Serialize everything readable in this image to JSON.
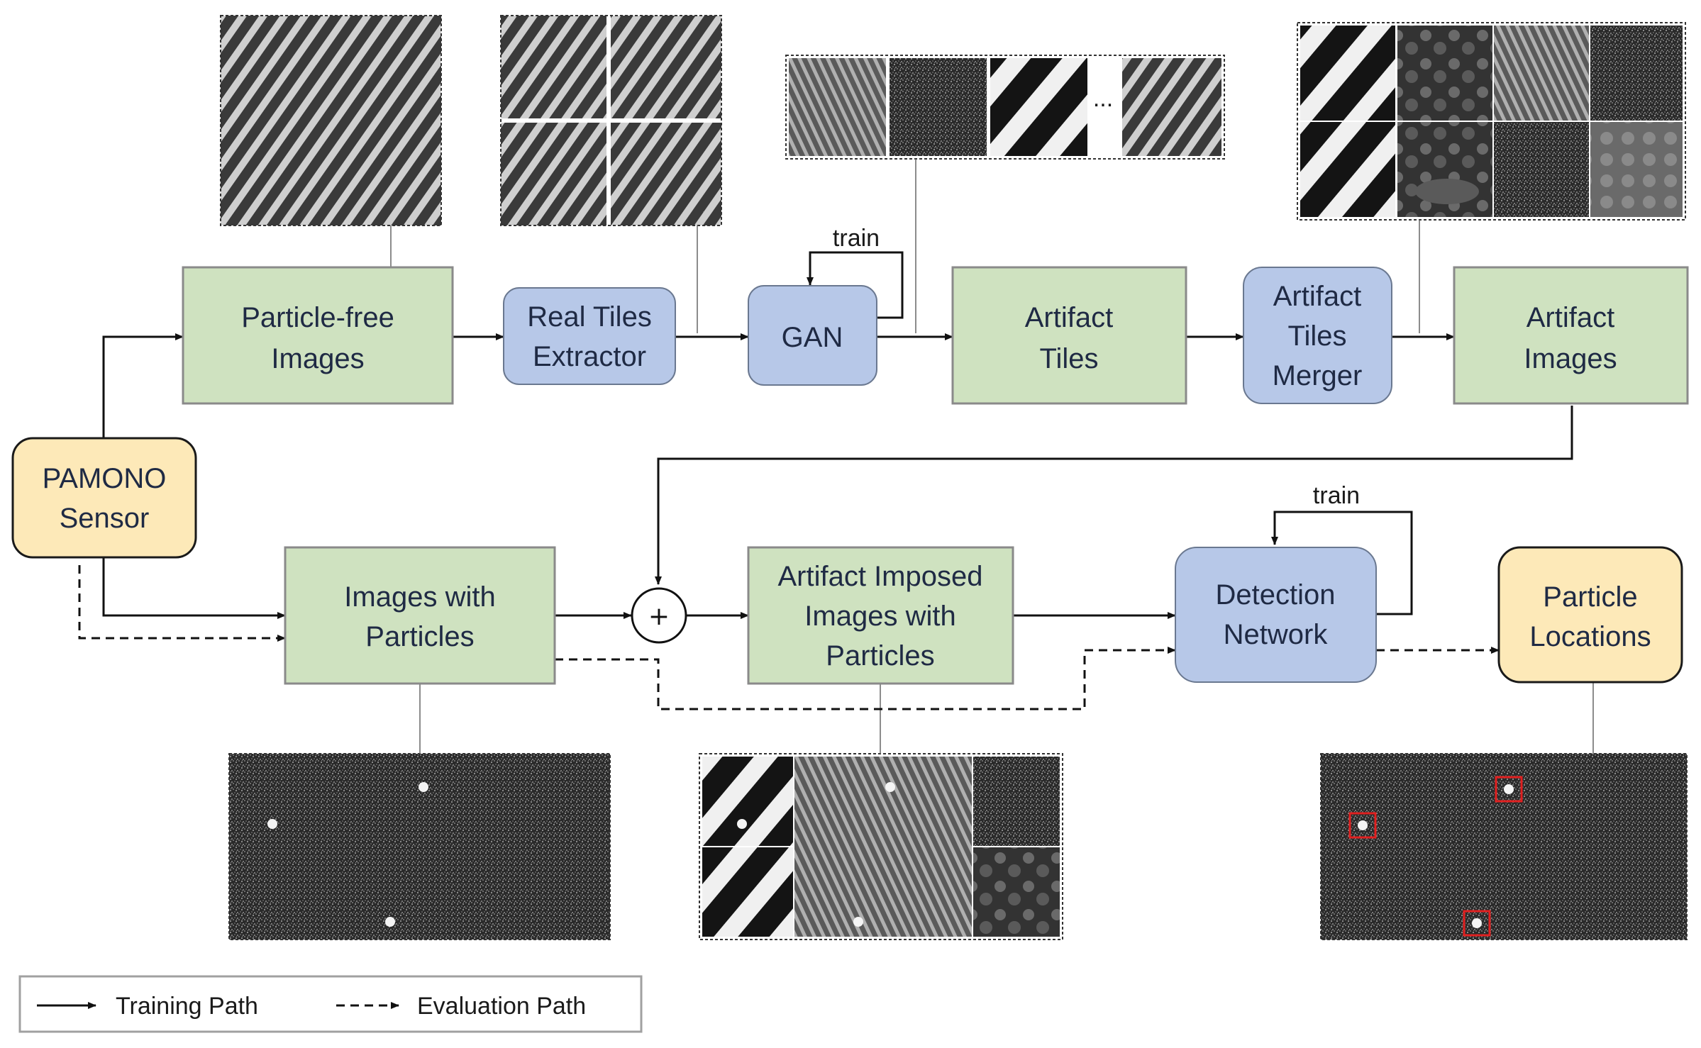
{
  "colors": {
    "data_box": "#cfe2c0",
    "data_box_stroke": "#8a8a8a",
    "process_box": "#b7c8e8",
    "process_box_stroke": "#6a7890",
    "io_box": "#fde9b8",
    "io_box_stroke": "#1a1a1a",
    "arrow": "#111111",
    "detection_box": "#e02020"
  },
  "nodes": {
    "particle_free": [
      "Particle-free",
      "Images"
    ],
    "real_tiles": [
      "Real Tiles",
      "Extractor"
    ],
    "gan": [
      "GAN"
    ],
    "artifact_tiles": [
      "Artifact",
      "Tiles"
    ],
    "tiles_merger": [
      "Artifact",
      "Tiles",
      "Merger"
    ],
    "artifact_images": [
      "Artifact",
      "Images"
    ],
    "pamono": [
      "PAMONO",
      "Sensor"
    ],
    "images_particles": [
      "Images with",
      "Particles"
    ],
    "combine": "+",
    "imposed": [
      "Artifact Imposed",
      "Images with",
      "Particles"
    ],
    "detection": [
      "Detection",
      "Network"
    ],
    "locations": [
      "Particle",
      "Locations"
    ]
  },
  "loop_labels": {
    "gan_train": "train",
    "detection_train": "train"
  },
  "ellipsis": "...",
  "legend": {
    "training": "Training Path",
    "evaluation": "Evaluation Path"
  },
  "thumbnails": {
    "particle_free": "fringe-pattern-image",
    "real_tiles": "fringe-image-split-into-4-tiles",
    "generated_tiles": "generated-artifact-tiles-strip",
    "merged_artifacts": "merged-artifact-tile-mosaic",
    "images_particles": "noisy-image-with-bright-particles",
    "imposed": "artifact-mosaic-with-particles",
    "locations": "noisy-image-with-detected-particle-boxes"
  }
}
